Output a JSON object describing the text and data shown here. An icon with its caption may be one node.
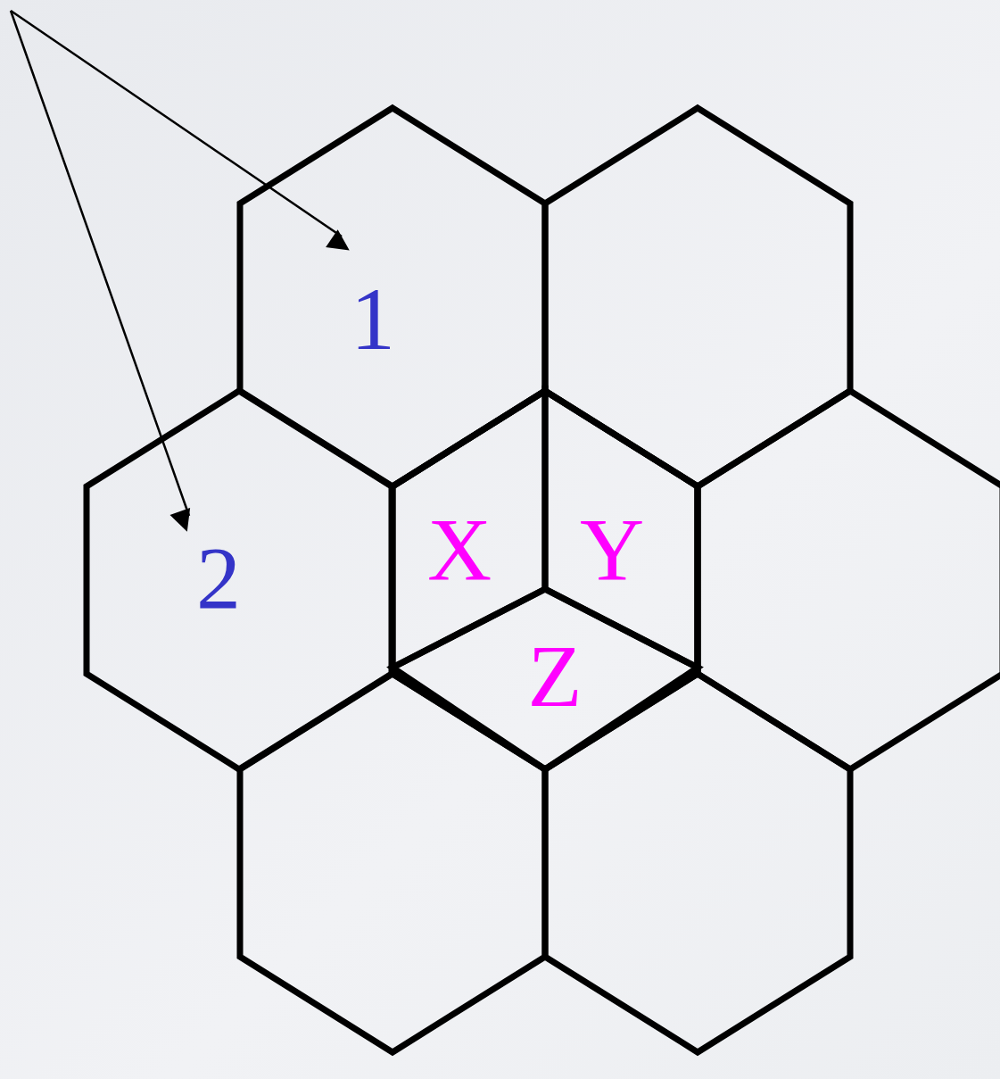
{
  "diagram": {
    "nodes": [
      {
        "text": [
          "1"
        ]
      },
      {
        "text": [],
        "shape": "hexagon"
      },
      {
        "text": [
          "2"
        ]
      },
      {
        "text": [],
        "shape": "hexagon"
      },
      {
        "text": [
          "X"
        ],
        "in": 3
      },
      {
        "text": [
          "Y"
        ],
        "in": 3
      },
      {
        "text": [
          "Z"
        ],
        "in": 3
      },
      {
        "text": [],
        "shape": "hexagon"
      },
      {
        "text": [],
        "shape": "hexagon"
      },
      {
        "text": [],
        "shape": "hexagon"
      }
    ],
    "edges": [
      {
        "from": null,
        "to": 0,
        "arrow": "to"
      },
      {
        "from": null,
        "to": 2,
        "arrow": "to"
      }
    ]
  }
}
